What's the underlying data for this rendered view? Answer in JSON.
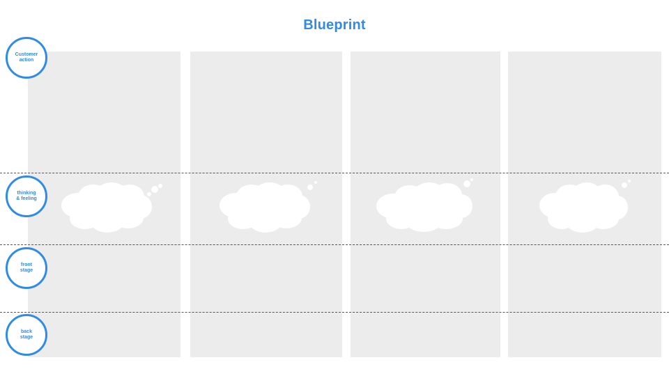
{
  "title": "Blueprint",
  "rows": [
    {
      "label": "Customer\naction"
    },
    {
      "label": "thinking\n& feeling"
    },
    {
      "label": "front\nstage"
    },
    {
      "label": "back\nstage"
    }
  ],
  "colors": {
    "accent": "#2f8be6",
    "column_fill": "#ececec",
    "divider": "#555555",
    "cloud": "#ffffff"
  },
  "icons": [
    "thought-cloud-icon"
  ]
}
